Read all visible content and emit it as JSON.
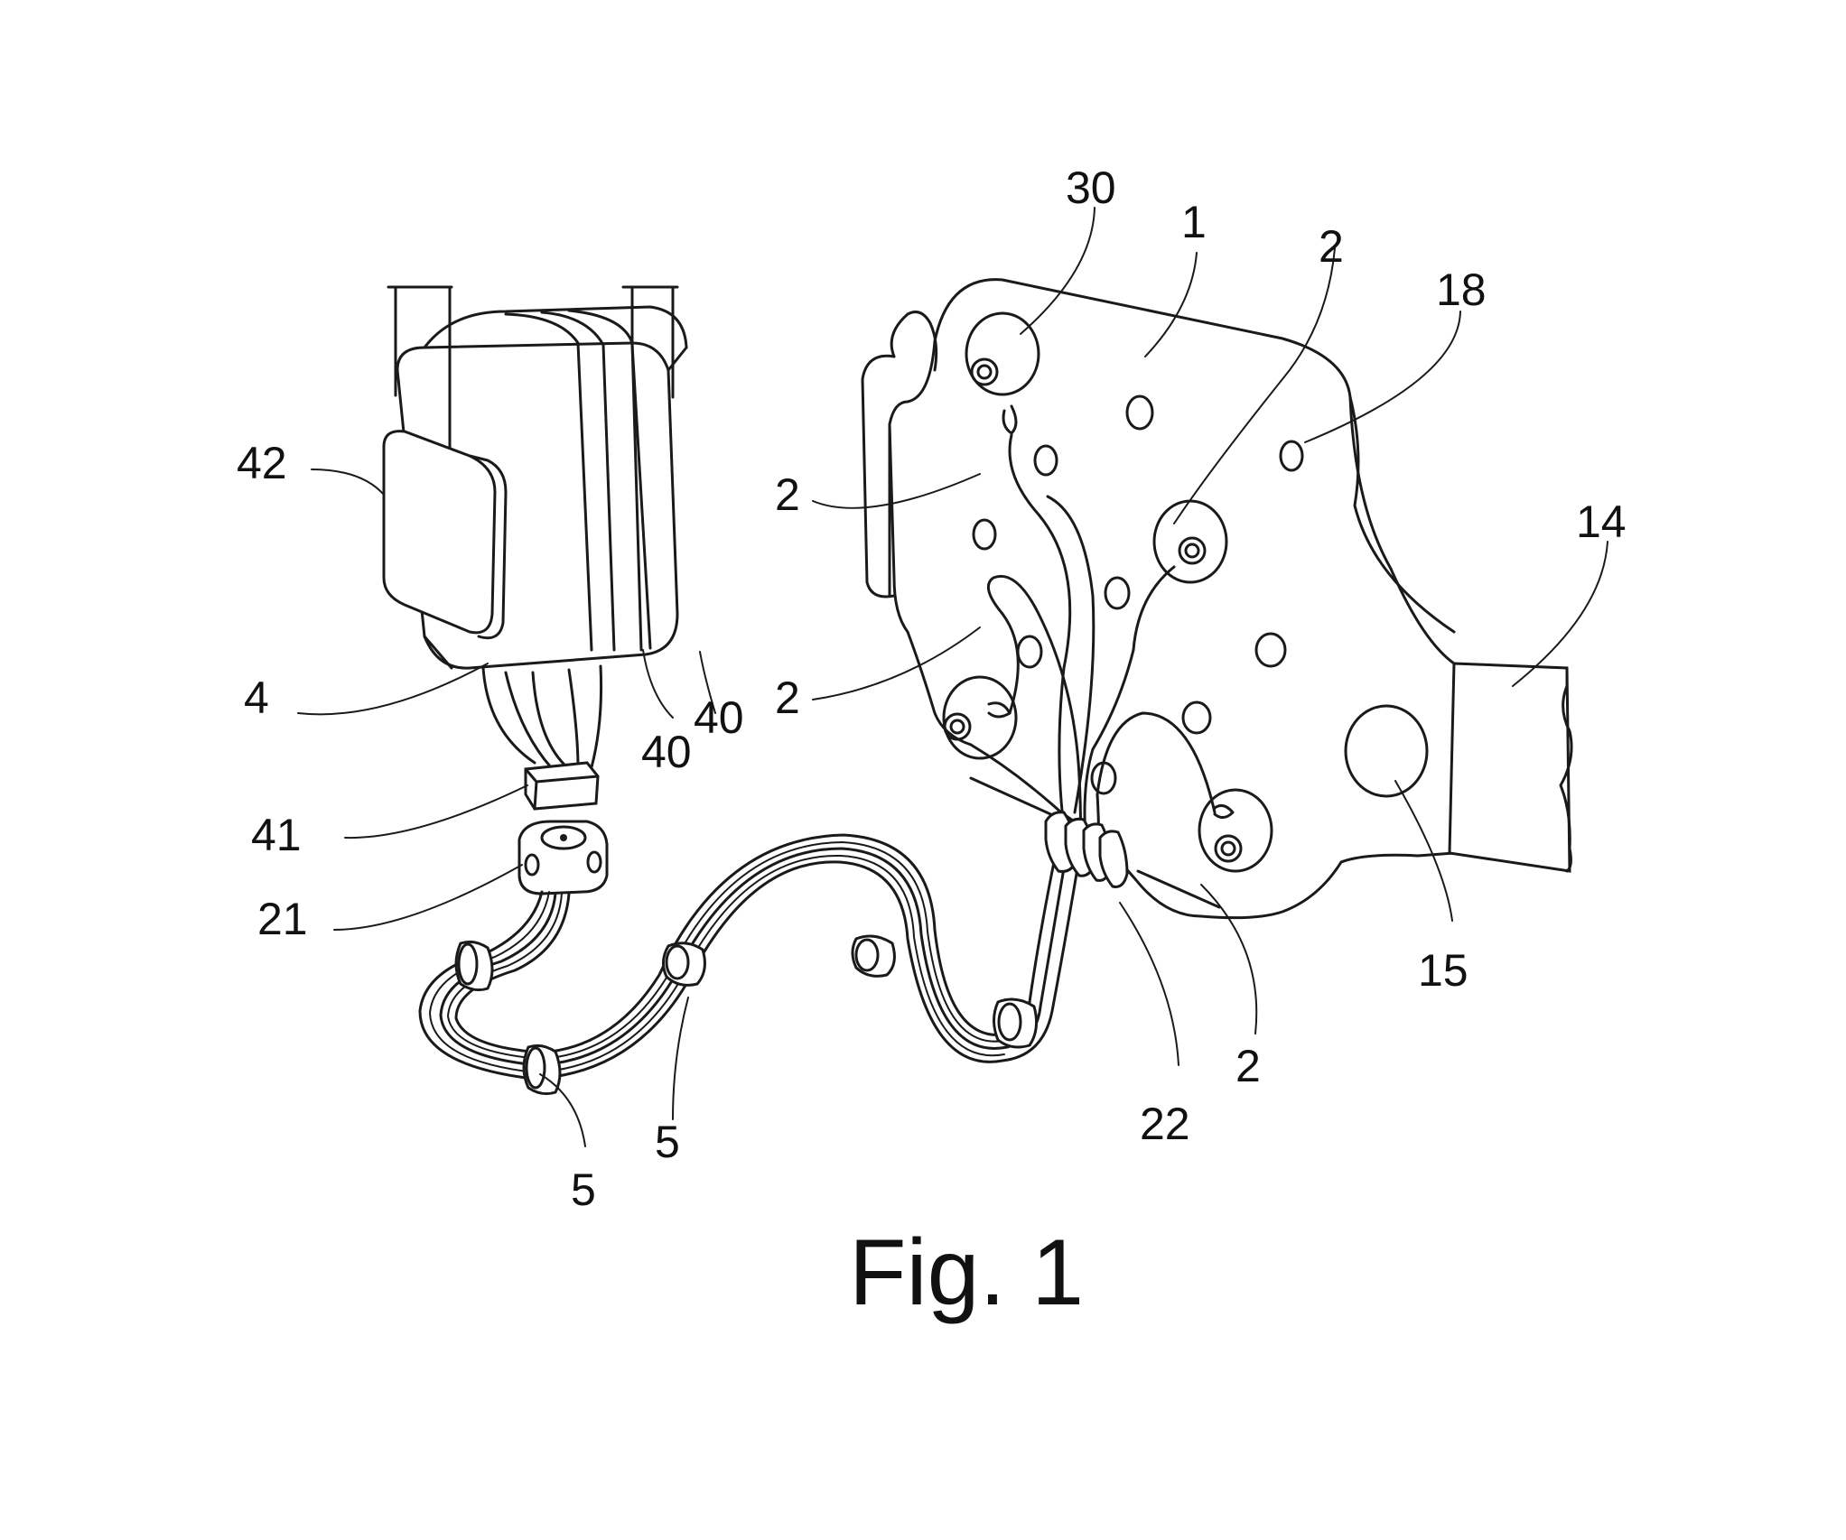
{
  "figure": {
    "caption": "Fig. 1",
    "labels": {
      "ref_30": "30",
      "ref_1": "1",
      "ref_2_top": "2",
      "ref_18": "18",
      "ref_42": "42",
      "ref_2_upper_left": "2",
      "ref_14": "14",
      "ref_2_mid_left": "2",
      "ref_4": "4",
      "ref_40_a": "40",
      "ref_40_b": "40",
      "ref_41": "41",
      "ref_21": "21",
      "ref_15": "15",
      "ref_2_bottom": "2",
      "ref_22": "22",
      "ref_5_a": "5",
      "ref_5_b": "5"
    }
  }
}
